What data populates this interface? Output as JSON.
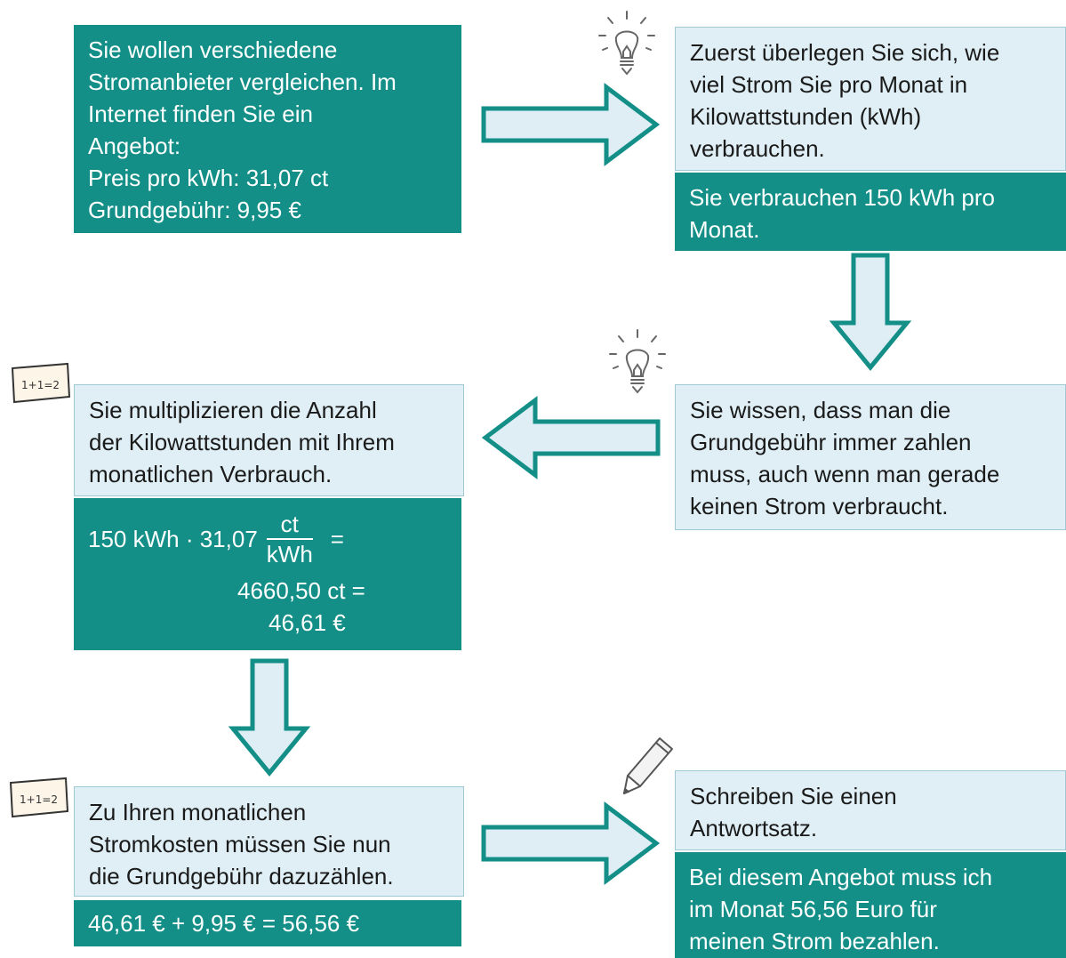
{
  "steps": {
    "intro": {
      "lines": [
        "Sie wollen verschiedene",
        "Stromanbieter vergleichen. Im",
        "Internet finden Sie ein",
        "Angebot:",
        "Preis pro kWh: 31,07 ct",
        "Grundgebühr: 9,95 €"
      ]
    },
    "consumption": {
      "question": [
        "Zuerst überlegen Sie sich, wie",
        "viel Strom Sie pro Monat in",
        "Kilowattstunden (kWh)",
        "verbrauchen."
      ],
      "answer": [
        "Sie verbrauchen 150 kWh pro",
        "Monat."
      ]
    },
    "base_fee": {
      "lines": [
        "Sie wissen, dass man die",
        "Grundgebühr immer zahlen",
        "muss, auch wenn man gerade",
        "keinen Strom verbraucht."
      ]
    },
    "multiply": {
      "question": [
        "Sie multiplizieren die Anzahl",
        "der Kilowattstunden mit Ihrem",
        "monatlichen Verbrauch."
      ],
      "calc_prefix": "150 kWh · 31,07",
      "frac_num": "ct",
      "frac_den": "kWh",
      "calc_eq": "=",
      "result_ct": "4660,50 ct =",
      "result_eur": "46,61 €"
    },
    "add_fee": {
      "question": [
        "Zu Ihren monatlichen",
        "Stromkosten müssen Sie nun",
        "die Grundgebühr dazuzählen."
      ],
      "calc": "46,61 € + 9,95 € = 56,56 €"
    },
    "answer": {
      "prompt": [
        "Schreiben Sie einen",
        "Antwortsatz."
      ],
      "sentence": [
        "Bei diesem Angebot muss ich",
        "im Monat 56,56 Euro für",
        "meinen Strom bezahlen."
      ]
    }
  },
  "icons": {
    "calculator_label": "1+1=2",
    "bulb": "lightbulb-icon",
    "pencil": "pencil-icon",
    "calc": "calculation-card-icon"
  },
  "colors": {
    "teal": "#138f88",
    "light": "#dfeff5",
    "arrow_fill": "#dfeef5",
    "arrow_stroke": "#138f88"
  }
}
